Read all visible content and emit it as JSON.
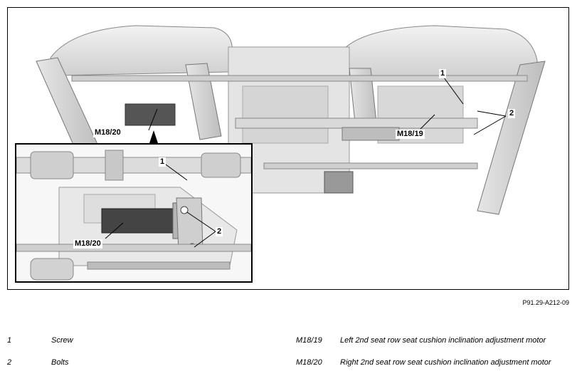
{
  "figure": {
    "reference": "P91.29-A212-09",
    "main_callouts": {
      "screw": "1",
      "bolts": "2",
      "right_motor": "M18/20",
      "left_motor": "M18/19"
    },
    "inset_callouts": {
      "screw": "1",
      "bolts": "2",
      "right_motor": "M18/20"
    }
  },
  "legend": [
    {
      "key": "1",
      "text": "Screw"
    },
    {
      "key": "2",
      "text": "Bolts"
    },
    {
      "key": "M18/19",
      "text": "Left 2nd seat row seat cushion inclination adjustment motor"
    },
    {
      "key": "M18/20",
      "text": "Right 2nd seat row seat cushion inclination adjustment motor"
    }
  ]
}
